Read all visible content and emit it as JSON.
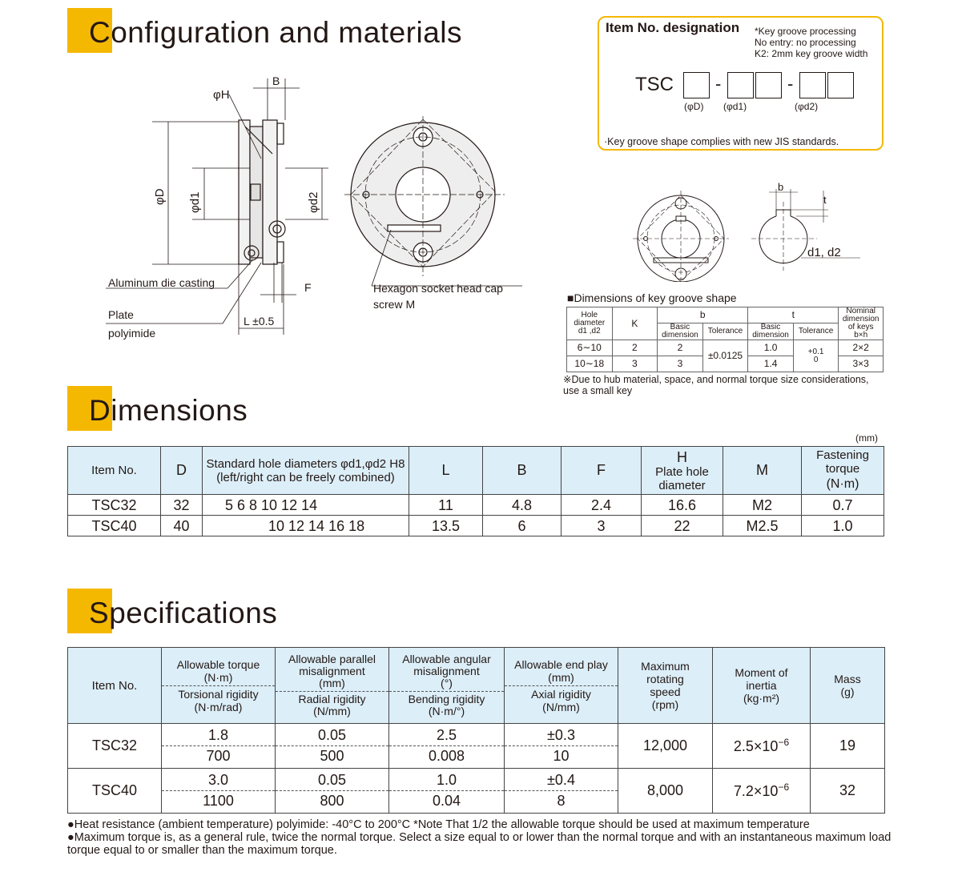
{
  "sections": {
    "config": {
      "first": "C",
      "rest": "onfiguration and materials"
    },
    "dimensions": {
      "first": "D",
      "rest": "imensions"
    },
    "specifications": {
      "first": "S",
      "rest": "pecifications"
    }
  },
  "drawing_labels": {
    "B": "B",
    "phiH": "φH",
    "phiD": "φD",
    "phid1": "φd1",
    "phid2": "φd2",
    "F": "F",
    "L": "L ±0.5",
    "aluminum": "Aluminum die casting",
    "plate": "Plate",
    "polyimide": "polyimide",
    "hex1": "Hexagon socket head cap",
    "hex2": "screw M",
    "b": "b",
    "t": "t",
    "d1d2": "d1, d2"
  },
  "item_designation": {
    "title": "Item No. designation",
    "note1": "*Key groove processing",
    "note2": "No entry: no processing",
    "note3": "K2: 2mm key groove width",
    "prefix": "TSC",
    "dash": "-",
    "sub_D": "(φD)",
    "sub_d1": "(φd1)",
    "sub_d2": "(φd2)",
    "footer": "·Key groove shape complies with new JIS standards."
  },
  "key_groove": {
    "title": "■Dimensions of key groove shape",
    "headers": {
      "hole1": "Hole",
      "hole2": "diameter",
      "hole3": "d1 ,d2",
      "K": "K",
      "b": "b",
      "t": "t",
      "basic1": "Basic",
      "basic2": "dimension",
      "tol": "Tolerance",
      "nom1": "Nominal",
      "nom2": "dimension",
      "nom3": "of keys",
      "nom4": "b×h"
    },
    "rows": [
      {
        "hole": "6∼10",
        "K": "2",
        "b": "2",
        "t": "1.0",
        "key": "2×2"
      },
      {
        "hole": "10∼18",
        "K": "3",
        "b": "3",
        "t": "1.4",
        "key": "3×3"
      }
    ],
    "b_tol": "±0.0125",
    "t_tol_up": "+0.1",
    "t_tol_low": "0",
    "footnote1": "※Due to hub material, space, and normal torque size considerations,",
    "footnote2": "use a small key"
  },
  "dimensions": {
    "unit": "(mm)",
    "headers": {
      "item": "Item No.",
      "D": "D",
      "std1": "Standard hole diameters φd1,φd2 H8",
      "std2": "(left/right can be freely combined)",
      "L": "L",
      "B": "B",
      "F": "F",
      "H": "H",
      "H2": "Plate hole",
      "H3": "diameter",
      "M": "M",
      "ft1": "Fastening",
      "ft2": "torque",
      "ft3": "(N·m)"
    },
    "rows": [
      {
        "item": "TSC32",
        "D": "32",
        "holes": "5 6 8 10 12 14",
        "L": "11",
        "B": "4.8",
        "F": "2.4",
        "H": "16.6",
        "M": "M2",
        "torque": "0.7"
      },
      {
        "item": "TSC40",
        "D": "40",
        "holes": "10 12 14 16 18",
        "L": "13.5",
        "B": "6",
        "F": "3",
        "H": "22",
        "M": "M2.5",
        "torque": "1.0"
      }
    ]
  },
  "specifications": {
    "headers": {
      "item": "Item No.",
      "at1": "Allowable torque",
      "at2": "(N·m)",
      "at3": "Torsional rigidity",
      "at4": "(N·m/rad)",
      "ap1": "Allowable parallel",
      "ap2": "misalignment",
      "ap3": "(mm)",
      "ap4": "Radial rigidity",
      "ap5": "(N/mm)",
      "aa1": "Allowable angular",
      "aa2": "misalignment",
      "aa3": "(°)",
      "aa4": "Bending rigidity",
      "aa5": "(N·m/°)",
      "ae1": "Allowable end play",
      "ae2": "(mm)",
      "ae3": "Axial rigidity",
      "ae4": "(N/mm)",
      "mr1": "Maximum",
      "mr2": "rotating",
      "mr3": "speed",
      "mr4": "(rpm)",
      "mi1": "Moment of",
      "mi2": "inertia",
      "mi3": "(kg·m²)",
      "ms1": "Mass",
      "ms2": "(g)"
    },
    "rows": [
      {
        "item": "TSC32",
        "torque": "1.8",
        "torsional": "700",
        "parallel": "0.05",
        "radial": "500",
        "angular": "2.5",
        "bending": "0.008",
        "endplay": "±0.3",
        "axial": "10",
        "speed": "12,000",
        "inertia": "2.5×10",
        "exp": "−6",
        "mass": "19"
      },
      {
        "item": "TSC40",
        "torque": "3.0",
        "torsional": "1100",
        "parallel": "0.05",
        "radial": "800",
        "angular": "1.0",
        "bending": "0.04",
        "endplay": "±0.4",
        "axial": "8",
        "speed": "8,000",
        "inertia": "7.2×10",
        "exp": "−6",
        "mass": "32"
      }
    ]
  },
  "notes": [
    "●Heat resistance (ambient temperature) polyimide: -40°C to 200°C *Note That 1/2 the allowable torque should be used at maximum temperature",
    "●Maximum torque is, as a general rule, twice the normal torque.  Select a size equal to or lower than the normal torque and with an instantaneous maximum load torque equal to or smaller than the maximum torque."
  ]
}
